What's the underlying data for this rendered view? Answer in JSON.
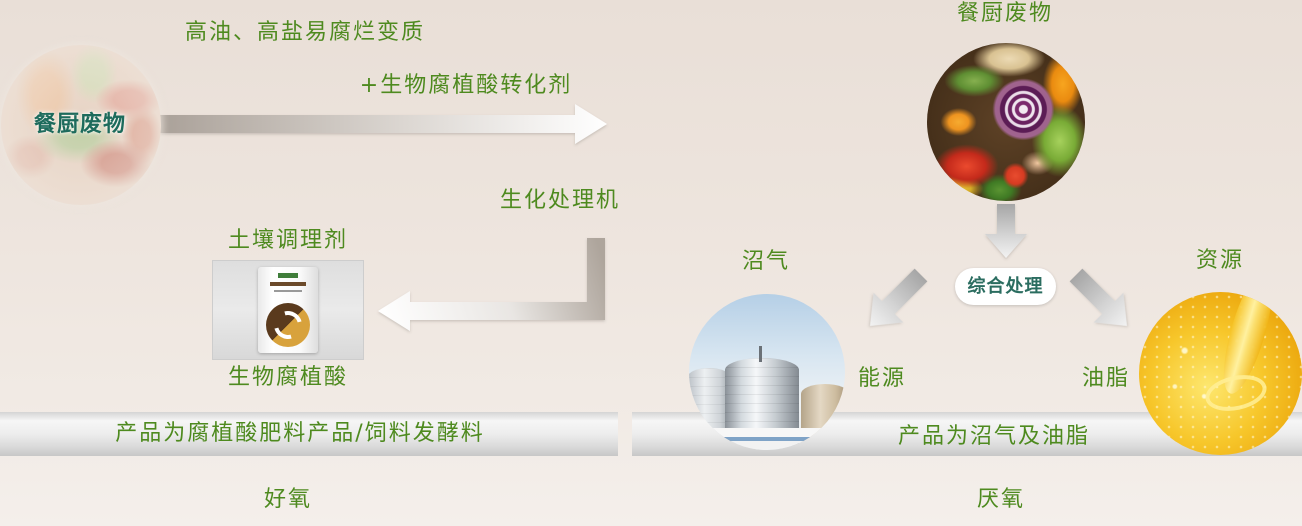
{
  "colors": {
    "label_green": "#4e8a1f",
    "input_label_teal": "#1d6b5c",
    "process_label_teal": "#2b6d60"
  },
  "aerobic": {
    "input_image_label": "餐厨废物",
    "feature_note": "高油、高盐易腐烂变质",
    "additive_note": "+生物腐植酸转化剂",
    "machine_label": "生化处理机",
    "output_caption": "土壤调理剂",
    "output_name": "生物腐植酸",
    "product_bar_text": "产品为腐植酸肥料产品/饲料发酵料",
    "mode_label": "好氧"
  },
  "anaerobic": {
    "input_label": "餐厨废物",
    "process_label": "综合处理",
    "biogas_label": "沼气",
    "resource_label": "资源",
    "energy_label": "能源",
    "oil_label": "油脂",
    "product_bar_text": "产品为沼气及油脂",
    "mode_label": "厌氧"
  }
}
